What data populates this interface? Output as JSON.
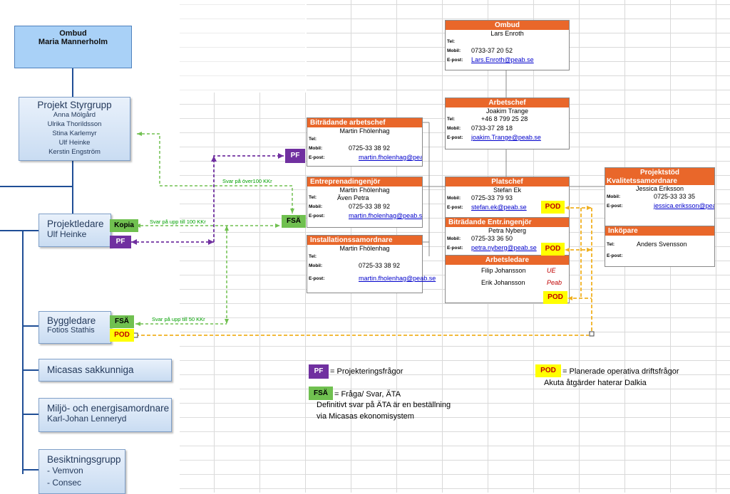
{
  "left": {
    "ombud": {
      "title": "Ombud",
      "name": "Maria Mannerholm"
    },
    "styrgrupp": {
      "title": "Projekt Styrgrupp",
      "members": [
        "Anna  Mölgård",
        "Ulrika Thorildsson",
        "Stina Karlemyr",
        "Ulf Heinke",
        "Kerstin Engström"
      ]
    },
    "projektledare": {
      "title": "Projektledare",
      "name": "Ulf Heinke"
    },
    "byggledare": {
      "title": "Byggledare",
      "name": "Fotios Stathis"
    },
    "sakkunniga": {
      "title": "Micasas sakkunniga"
    },
    "miljo": {
      "title": "Miljö- och energisamordnare",
      "name": "Karl-Johan Lenneryd"
    },
    "besiktning": {
      "title": "Besiktningsgrupp",
      "members": [
        "- Vemvon",
        "- Consec"
      ]
    }
  },
  "badges": {
    "pf": "PF",
    "fsa": "FSÄ",
    "kopia": "Kopia",
    "pod": "POD"
  },
  "edge_labels": {
    "over100": "Svar på över100 KKr",
    "upp100": "Svar på upp till 100 KKr",
    "upp50": "Svar på upp till 50 KKr"
  },
  "labels": {
    "tel": "Tel:",
    "mobil": "Mobil:",
    "epost": "E-post:"
  },
  "cards": {
    "ombud_r": {
      "header": "Ombud",
      "name": "Lars Enroth",
      "mobil": "0733-37 20 52",
      "epost": "Lars.Enroth@peab.se"
    },
    "arbetschef": {
      "header": "Arbetschef",
      "name": "Joakim Trange",
      "tel": "+46 8 799 25 28",
      "mobil": "0733-37 28 18",
      "epost": "joakim.Trange@peab.se"
    },
    "bitr_arbetschef": {
      "header": "Biträdande arbetschef",
      "name": "Martin Fhölenhag",
      "mobil": "0725-33 38 92",
      "epost": "martin.fholenhag@peab.se"
    },
    "entreprenad": {
      "header": "Entreprenadingenjör",
      "name": "Martin Fhölenhag",
      "name2": "Även Petra",
      "mobil": "0725-33 38 92",
      "epost": "martin.fholenhag@peab.se"
    },
    "installation": {
      "header": "Installationssamordnare",
      "name": "Martin Fhölenhag",
      "mobil": "0725-33 38 92",
      "epost": "martin.fholenhag@peab.se"
    },
    "platschef": {
      "header": "Platschef",
      "name": "Stefan Ek",
      "mobil": "0725-33 79 93",
      "epost": "stefan.ek@peab.se"
    },
    "bitr_entr": {
      "header": "Biträdande Entr.ingenjör",
      "name": "Petra Nyberg",
      "mobil": "0725-33 36 50",
      "epost": "petra.nyberg@peab.se"
    },
    "arbetsledare": {
      "header": "Arbetsledare",
      "p1": "Filip Johansson",
      "p1tag": "UE",
      "p2": "Erik Johansson",
      "p2tag": "Peab"
    },
    "projektstod": {
      "header1": "Projektstöd",
      "header2": "Kvalitetssamordnare",
      "name": "Jessica  Eriksson",
      "mobil": "0725-33 33 35",
      "epost": "jessica.eriksson@peab.se"
    },
    "inkopare": {
      "header": "Inköpare",
      "name": "Anders Svensson"
    }
  },
  "legend": {
    "pf_text": "= Projekteringsfrågor",
    "fsa_text": "= Fråga/ Svar, ÄTA",
    "fsa_note1": "Definitivt svar på ÄTA är en beställning",
    "fsa_note2": "via Micasas ekonomisystem",
    "pod_text": "= Planerade operativa driftsfrågor",
    "pod_note": "Akuta åtgärder haterar Dalkia"
  },
  "colors": {
    "purple": "#7030a0",
    "green": "#70c050",
    "yellow": "#ffff00",
    "orange": "#e9672a",
    "blue": "#1f4e96"
  }
}
